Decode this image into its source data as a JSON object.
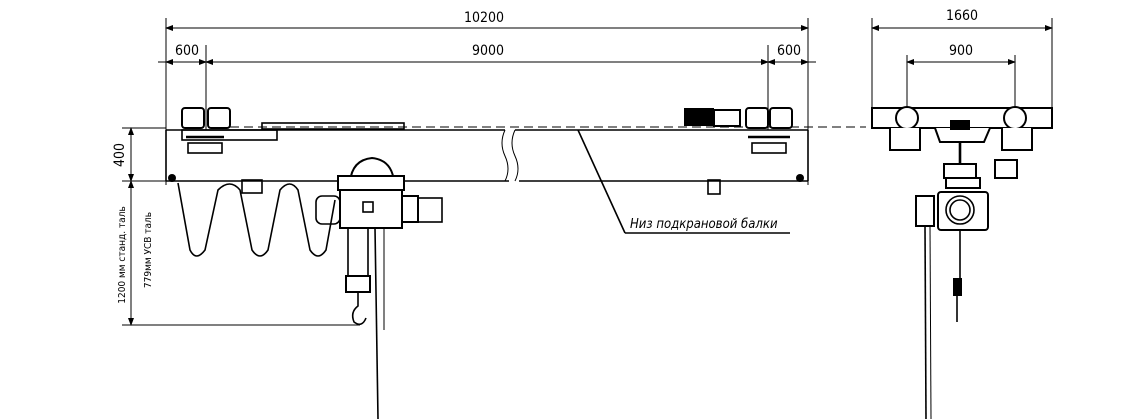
{
  "drawing": {
    "dimensions": {
      "overall_length": "10200",
      "span": "9000",
      "left_overhang": "600",
      "right_overhang": "600",
      "side_width": "1660",
      "side_gauge": "900",
      "beam_height": "400",
      "standard_hoist_clearance": "1200 мм станд. таль",
      "low_headroom_clearance": "779мм УСВ таль"
    },
    "annotations": {
      "runway_beam_bottom": "Низ подкрановой балки"
    }
  }
}
